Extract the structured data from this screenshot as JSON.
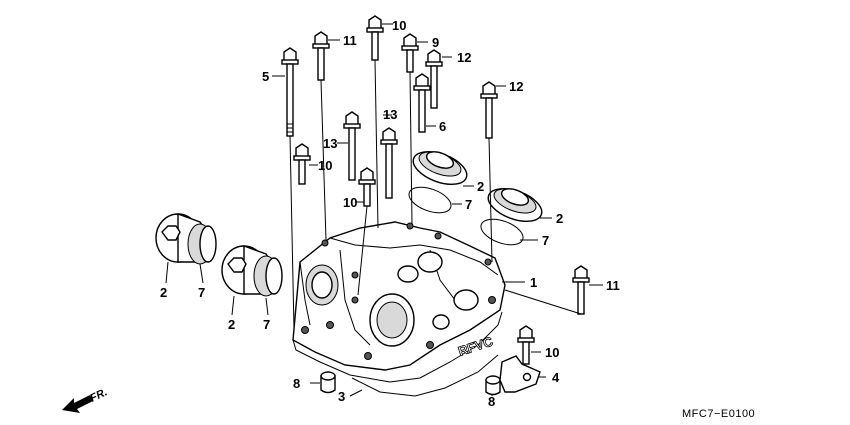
{
  "diagram_code": "MFC7−E0100",
  "front_indicator": "FR.",
  "cover_emboss": "RFVC",
  "callouts": {
    "c1": "1",
    "c2a": "2",
    "c2b": "2",
    "c2c": "2",
    "c2d": "2",
    "c3": "3",
    "c4": "4",
    "c5": "5",
    "c6": "6",
    "c7a": "7",
    "c7b": "7",
    "c7c": "7",
    "c7d": "7",
    "c8a": "8",
    "c8b": "8",
    "c9": "9",
    "c10a": "10",
    "c10b": "10",
    "c10c": "10",
    "c10d": "10",
    "c11a": "11",
    "c11b": "11",
    "c12a": "12",
    "c12b": "12",
    "c13a": "13",
    "c13b": "13"
  }
}
